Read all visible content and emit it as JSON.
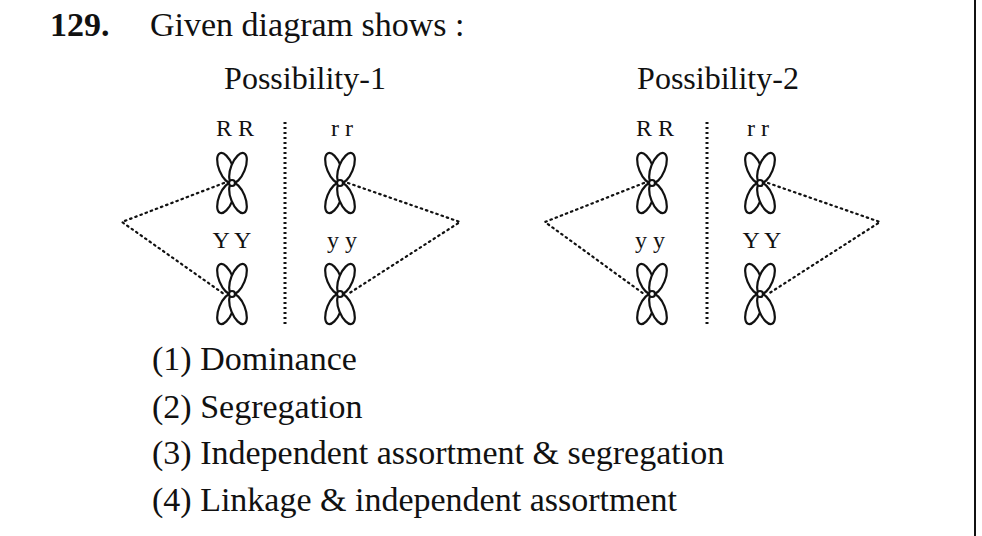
{
  "diagram": {
    "title": "Given diagram shows :",
    "labels": [
      "129.",
      "Possibility-1",
      "R R",
      "r r",
      "Y Y",
      "y y",
      "Possibility-2",
      "R R",
      "r r",
      "y y",
      "Y Y",
      "(1) Dominance",
      "(2) Segregation",
      "(3) Independent assortment & segregation",
      "(4) Linkage & independent assortment"
    ]
  }
}
